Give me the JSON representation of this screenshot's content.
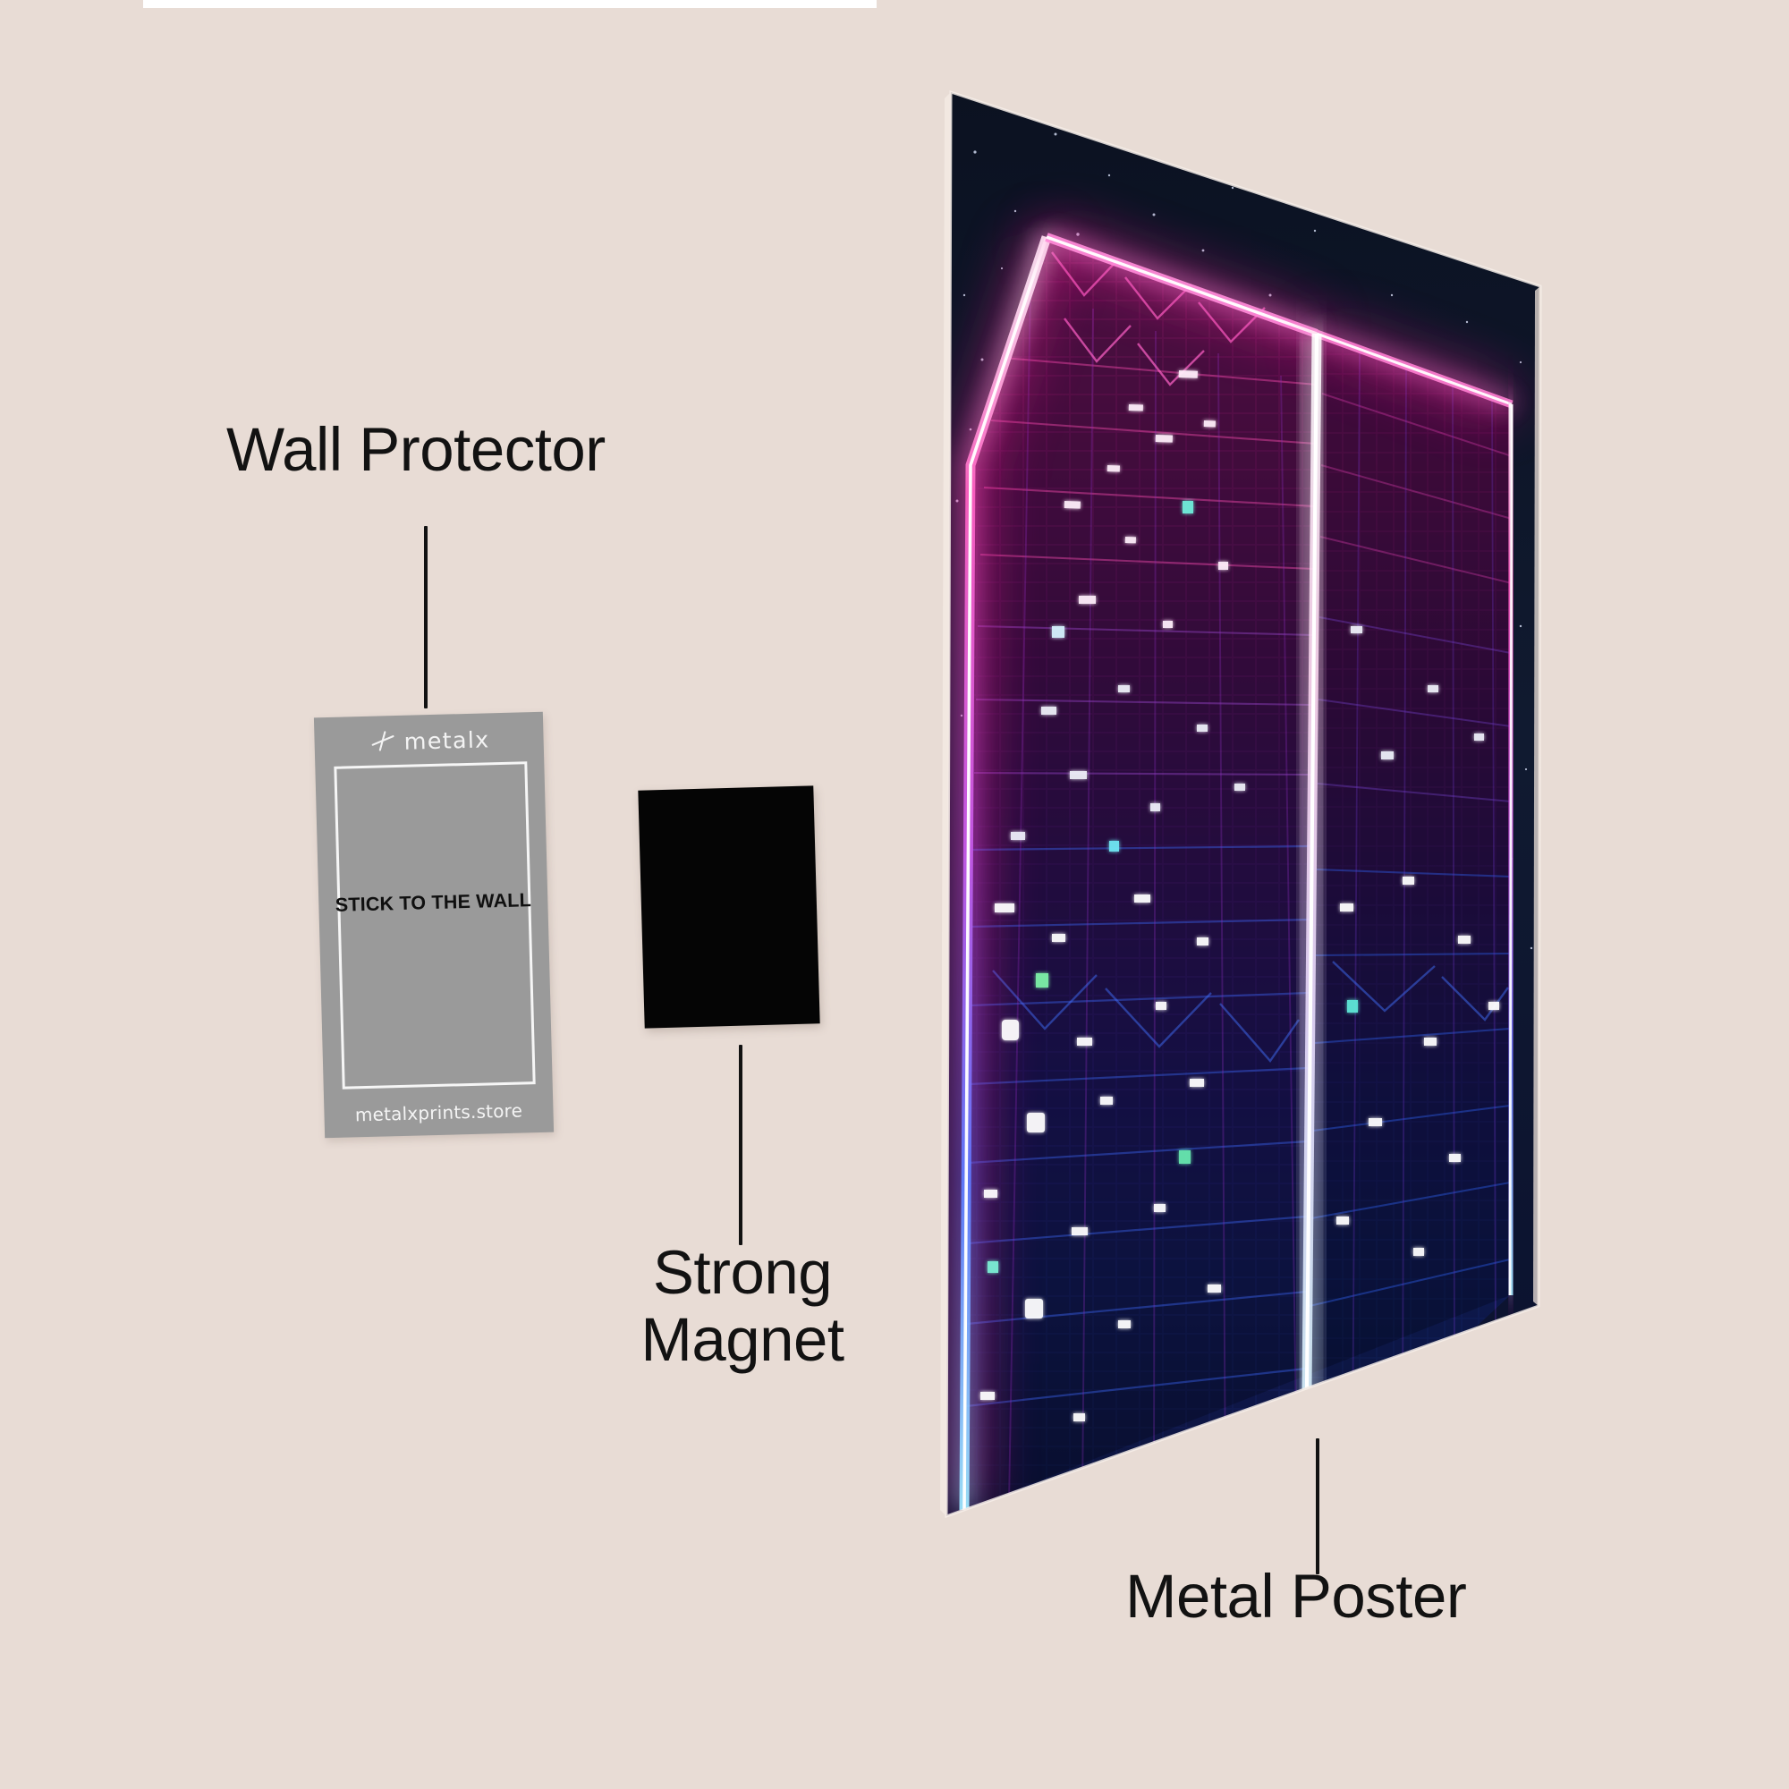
{
  "page": {
    "background_color": "#e8dcd5",
    "accent_pink": "#ff1e9c",
    "accent_blue": "#2b4fd8",
    "accent_cyan": "#8fe8ff"
  },
  "callouts": {
    "wall_protector": "Wall Protector",
    "strong_magnet_line1": "Strong",
    "strong_magnet_line2": "Magnet",
    "metal_poster": "Metal Poster"
  },
  "wall_protector_card": {
    "brand": "metalx",
    "instruction": "STICK TO THE WALL",
    "store_url": "metalxprints.store",
    "card_color": "#9a9a9a",
    "frame_color": "#f6f6f6"
  },
  "magnet": {
    "color": "#050505"
  },
  "metal_poster": {
    "artwork_subject": "neon skyscraper at night",
    "sky_color": "#0d1424",
    "top_glow_color": "#ff1e9c",
    "bottom_glow_color": "#2148d6",
    "edge_highlight_color": "#ffffff"
  }
}
